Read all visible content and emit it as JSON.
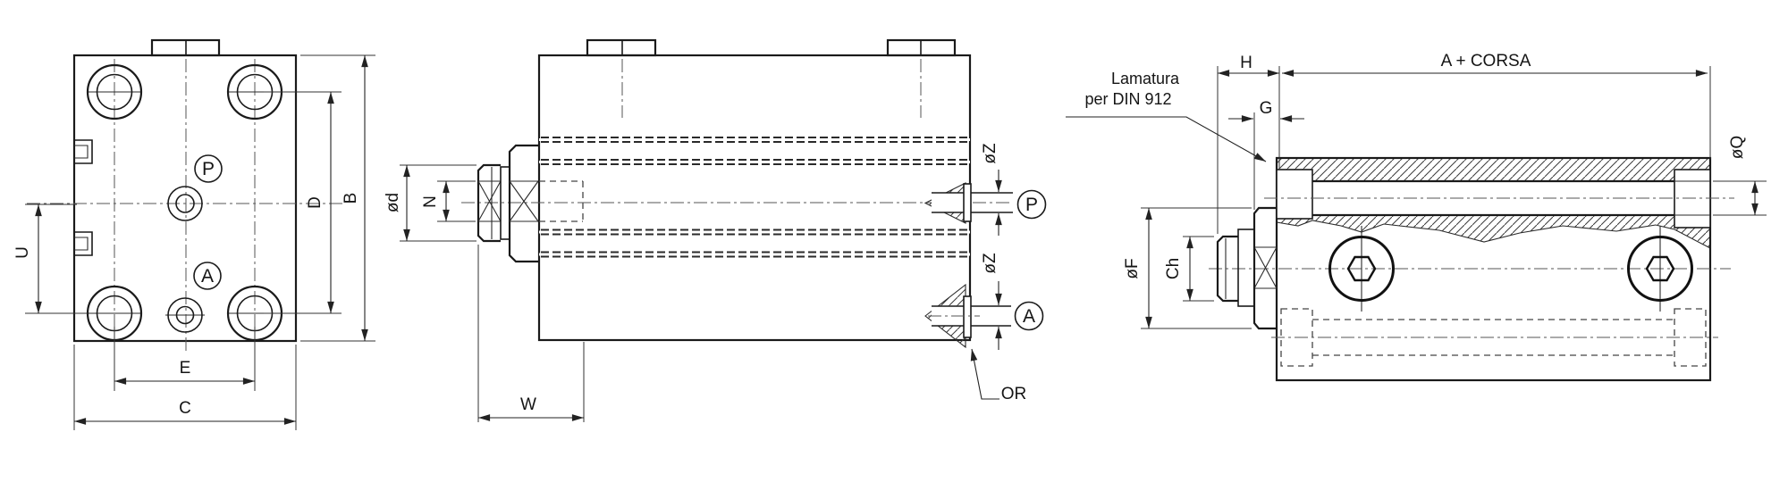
{
  "drawing": {
    "background": "#ffffff",
    "ink": "#1a1a1a",
    "centerline_color": "#555555",
    "views": {
      "front": {
        "labels": {
          "port_p": "P",
          "port_a": "A",
          "dim_u": "U",
          "dim_e": "E",
          "dim_c": "C",
          "dim_d": "D",
          "dim_b": "B"
        }
      },
      "side_section": {
        "labels": {
          "dim_rod_diameter": "ød",
          "dim_thread": "N",
          "dim_width": "W",
          "dim_port_p_diameter": "øZ",
          "dim_port_a_diameter": "øZ",
          "port_p": "P",
          "port_a": "A",
          "oring": "OR"
        }
      },
      "rear_section": {
        "labels": {
          "note_line1": "Lamatura",
          "note_line2": "per DIN 912",
          "dim_head": "H",
          "dim_gland": "G",
          "dim_length": "A + CORSA",
          "dim_rear_thread": "øQ",
          "dim_flange_diameter": "øF",
          "dim_wrench": "Ch"
        }
      }
    }
  }
}
